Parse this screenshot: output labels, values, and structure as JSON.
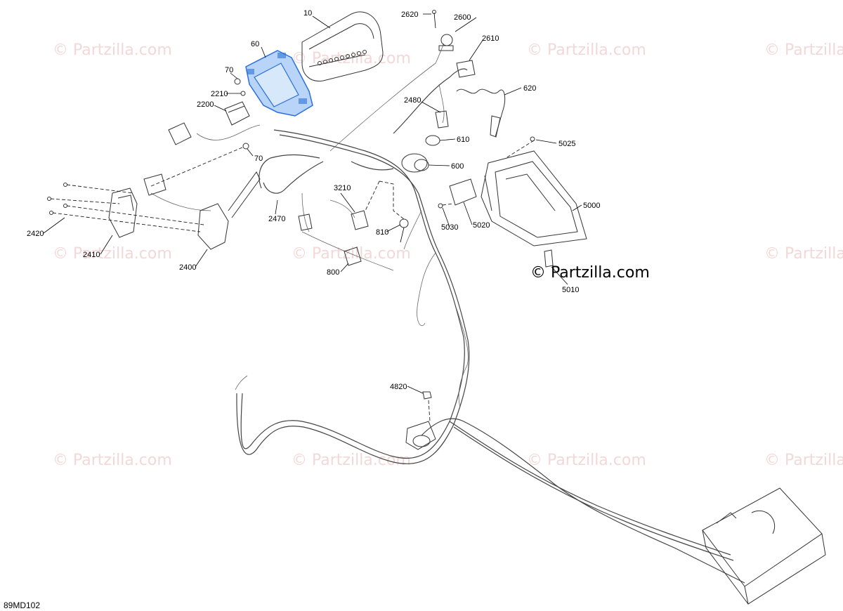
{
  "diagram": {
    "code": "89MD102",
    "brand_mark": "© Partzilla.com",
    "watermark_text": "© Partzilla.com",
    "highlight_color": "#2a6fdb",
    "part_labels": {
      "p10": "10",
      "p60": "60",
      "p70a": "70",
      "p70b": "70",
      "p2210": "2210",
      "p2200": "2200",
      "p2620": "2620",
      "p2600": "2600",
      "p2610": "2610",
      "p620": "620",
      "p2480": "2480",
      "p610": "610",
      "p600": "600",
      "p5025": "5025",
      "p5000": "5000",
      "p3210": "3210",
      "p2470": "2470",
      "p810": "810",
      "p5030": "5030",
      "p5020": "5020",
      "p5010": "5010",
      "p800": "800",
      "p2420": "2420",
      "p2410": "2410",
      "p2400": "2400",
      "p4820": "4820"
    }
  }
}
